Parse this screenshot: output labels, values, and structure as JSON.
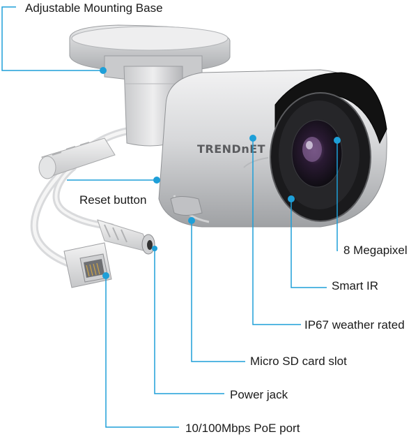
{
  "labels": {
    "mounting_base": "Adjustable Mounting Base",
    "reset_button": "Reset button",
    "megapixel": "8 Megapixel",
    "smart_ir": "Smart IR",
    "ip67": "IP67 weather rated",
    "micro_sd": "Micro SD card slot",
    "power_jack": "Power jack",
    "poe_port": "10/100Mbps PoE port"
  },
  "brand": "TRENDnET",
  "colors": {
    "callout": "#1e9fd8",
    "label_text": "#1a1a1a",
    "housing": "#d4d5d7",
    "visor": "#111111"
  }
}
